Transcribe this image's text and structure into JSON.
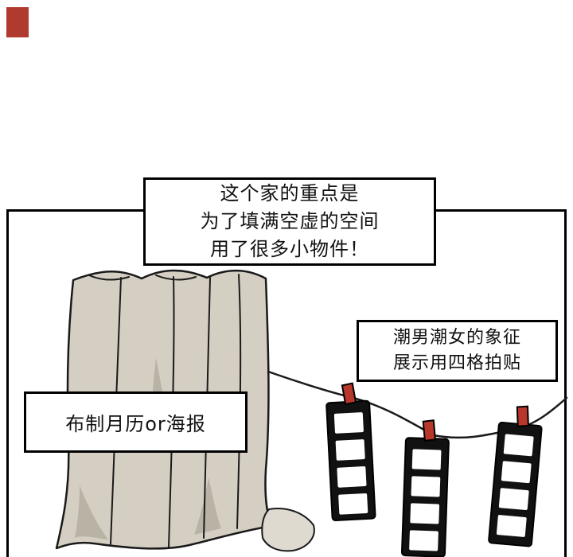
{
  "page": {
    "background": "#ffffff",
    "corner_marker_color": "#b03a2e"
  },
  "caption": {
    "lines": [
      "这个家的重点是",
      "为了填满空虚的空间",
      "用了很多小物件！"
    ]
  },
  "labels": {
    "curtain_label": "布制月历or海报",
    "photo_label_lines": [
      "潮男潮女的象征",
      "展示用四格拍贴"
    ]
  },
  "illustration": {
    "curtain": "fabric-calendar-or-poster",
    "photo_strips_count": 3,
    "colors": {
      "fabric": "#d5cfc3",
      "fabric_shadow": "#b9b3a6",
      "strip_black": "#111111",
      "clip_red": "#b8372b",
      "line_black": "#1a1a1a"
    }
  }
}
